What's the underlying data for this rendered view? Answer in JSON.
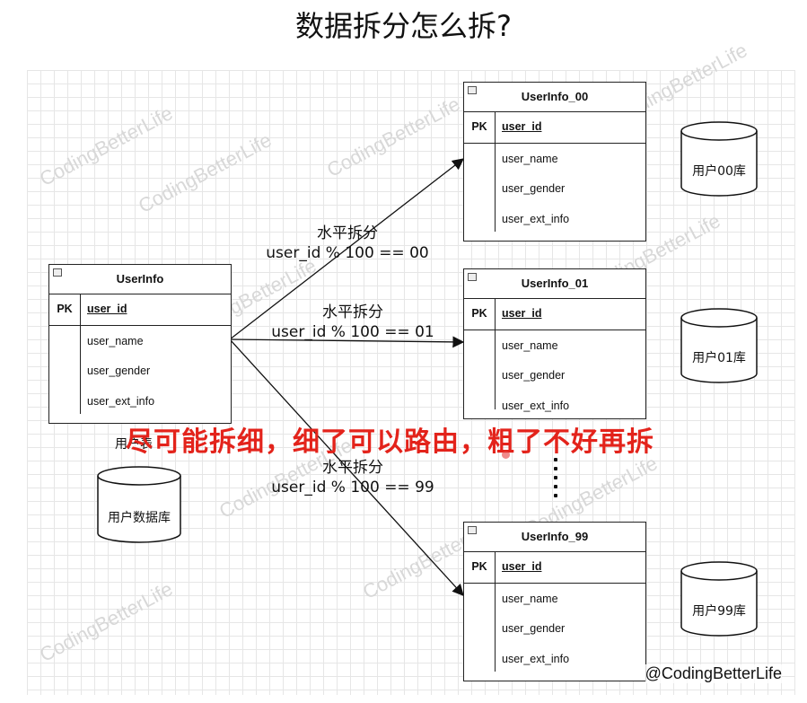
{
  "title": "数据拆分怎么拆?",
  "source_table": {
    "name": "UserInfo",
    "pk": "PK",
    "pk_col": "user_id",
    "fields": [
      "user_name",
      "user_gender",
      "user_ext_info"
    ],
    "caption": "用户表"
  },
  "source_db": "用户数据库",
  "shards": [
    {
      "name": "UserInfo_00",
      "pk": "PK",
      "pk_col": "user_id",
      "fields": [
        "user_name",
        "user_gender",
        "user_ext_info"
      ],
      "db": "用户00库"
    },
    {
      "name": "UserInfo_01",
      "pk": "PK",
      "pk_col": "user_id",
      "fields": [
        "user_name",
        "user_gender",
        "user_ext_info"
      ],
      "db": "用户01库"
    },
    {
      "name": "UserInfo_99",
      "pk": "PK",
      "pk_col": "user_id",
      "fields": [
        "user_name",
        "user_gender",
        "user_ext_info"
      ],
      "db": "用户99库"
    }
  ],
  "edges": [
    {
      "title": "水平拆分",
      "rule": "user_id % 100 == 00"
    },
    {
      "title": "水平拆分",
      "rule": "user_id % 100 == 01"
    },
    {
      "title": "水平拆分",
      "rule": "user_id % 100 == 99"
    }
  ],
  "annotation": "尽可能拆细，细了可以路由，粗了不好再拆",
  "watermark": "CodingBetterLife",
  "credit": "@CodingBetterLife",
  "colors": {
    "annotation": "#e3231b",
    "grid": "#e6e6e6",
    "watermark": "#d8d8d8"
  }
}
